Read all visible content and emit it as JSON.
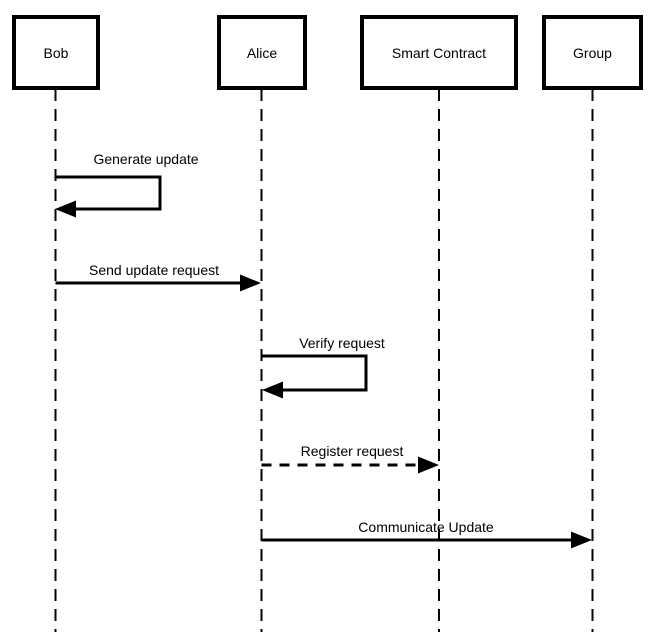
{
  "diagram": {
    "kind": "sequence-diagram",
    "colors": {
      "foreground": "#000000",
      "background": "#ffffff"
    },
    "actors": [
      {
        "name": "Bob"
      },
      {
        "name": "Alice"
      },
      {
        "name": "Smart Contract"
      },
      {
        "name": "Group"
      }
    ],
    "messages": [
      {
        "label": "Generate update",
        "from": "Bob",
        "to": "Bob",
        "kind": "self-message",
        "line": "solid"
      },
      {
        "label": "Send update request",
        "from": "Bob",
        "to": "Alice",
        "kind": "message",
        "line": "solid"
      },
      {
        "label": "Verify request",
        "from": "Alice",
        "to": "Alice",
        "kind": "self-message",
        "line": "solid"
      },
      {
        "label": "Register request",
        "from": "Alice",
        "to": "Smart Contract",
        "kind": "message",
        "line": "dashed"
      },
      {
        "label": "Communicate Update",
        "from": "Alice",
        "to": "Group",
        "kind": "message",
        "line": "solid"
      }
    ]
  }
}
